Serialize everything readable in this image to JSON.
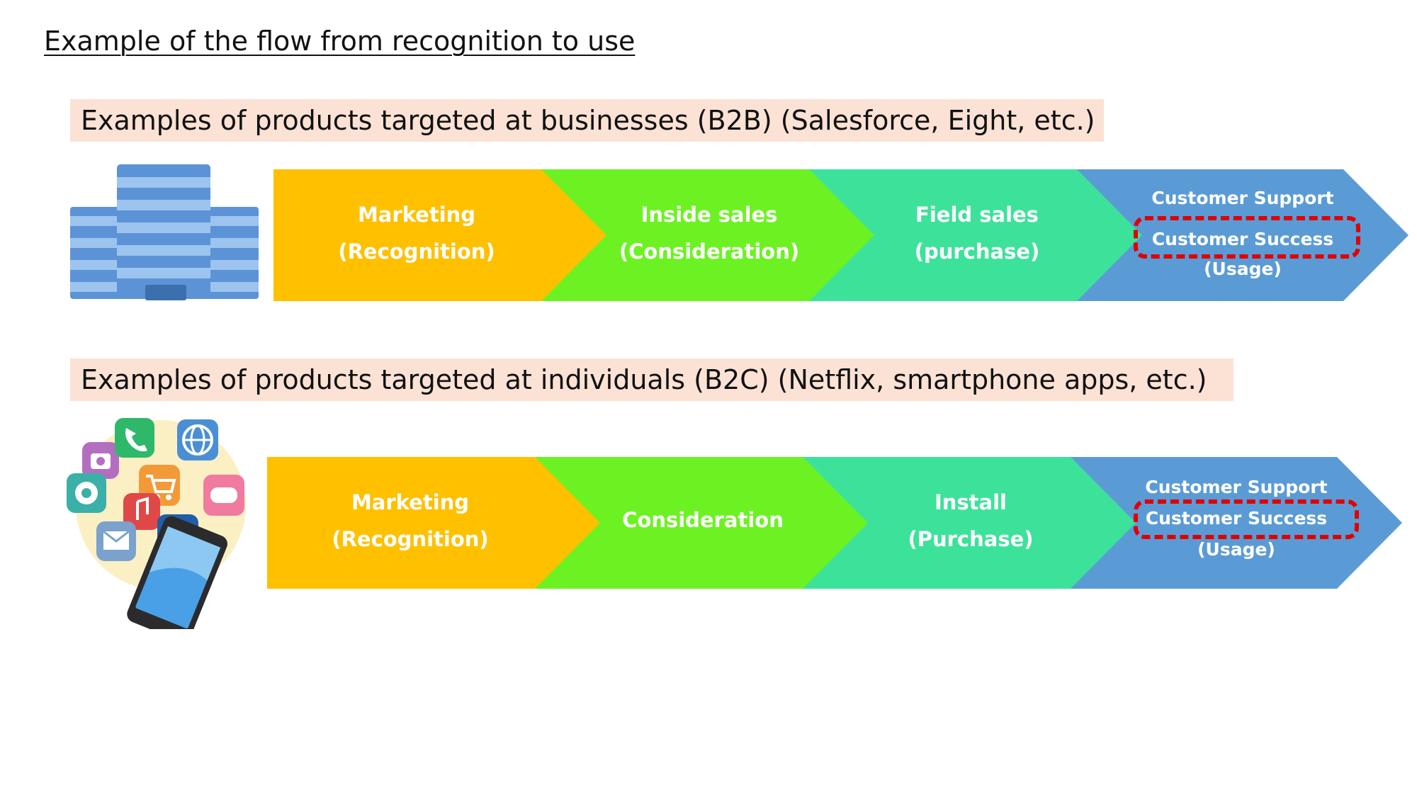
{
  "title": "Example of the flow from recognition to use",
  "b2b": {
    "heading": "Examples of products targeted at businesses (B2B) (Salesforce, Eight, etc.)",
    "icon": "office-building-icon",
    "steps": [
      {
        "line1": "Marketing",
        "line2": "(Recognition)",
        "color": "#ffc000"
      },
      {
        "line1": "Inside sales",
        "line2": "(Consideration)",
        "color": "#6cf223"
      },
      {
        "line1": "Field sales",
        "line2": "(purchase)",
        "color": "#3de29a"
      },
      {
        "line1": "Customer Support",
        "line2": "Customer Success",
        "line3": "(Usage)",
        "color": "#5b9bd5"
      }
    ]
  },
  "b2c": {
    "heading": "Examples of products targeted at individuals (B2C) (Netflix, smartphone apps, etc.)",
    "icon": "smartphone-apps-icon",
    "steps": [
      {
        "line1": "Marketing",
        "line2": "(Recognition)",
        "color": "#ffc000"
      },
      {
        "line1": "Consideration",
        "color": "#6cf223"
      },
      {
        "line1": "Install",
        "line2": "(Purchase)",
        "color": "#3de29a"
      },
      {
        "line1": "Customer Support",
        "line2": "Customer Success",
        "line3": "(Usage)",
        "color": "#5b9bd5"
      }
    ]
  },
  "highlight_color": "#e00000"
}
